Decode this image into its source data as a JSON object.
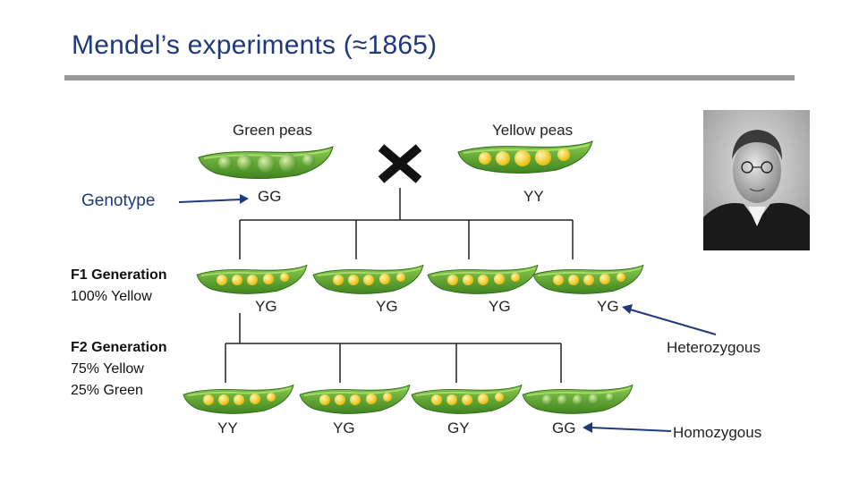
{
  "title": "Mendel’s experiments (≈1865)",
  "labels": {
    "green_peas": "Green peas",
    "yellow_peas": "Yellow peas",
    "genotype": "Genotype",
    "gg_parent": "GG",
    "yy_parent": "YY",
    "f1_title": "F1 Generation",
    "f1_pct": "100% Yellow",
    "f2_title": "F2 Generation",
    "f2_yellow": "75% Yellow",
    "f2_green": "25% Green",
    "heterozygous": "Heterozygous",
    "homozygous": "Homozygous"
  },
  "f1_genotypes": [
    "YG",
    "YG",
    "YG",
    "YG"
  ],
  "f2_genotypes": [
    "YY",
    "YG",
    "GY",
    "GG"
  ],
  "colors": {
    "title": "#1f3a7a",
    "pod": "#5aa02c",
    "yellow_pea": "#f3d21e",
    "green_pea": "#6bb13d",
    "arrow": "#1f3a7a"
  }
}
